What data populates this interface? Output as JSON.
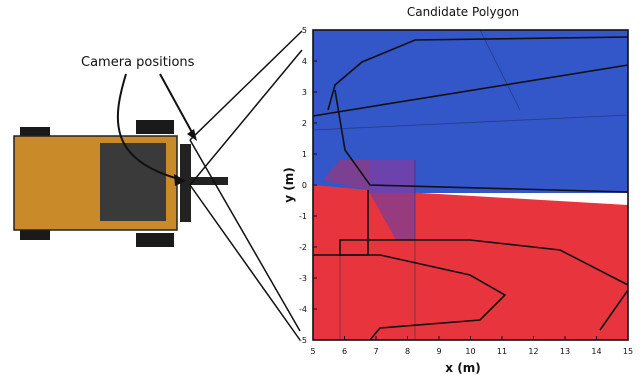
{
  "callout": {
    "text": "Camera positions"
  },
  "plot": {
    "title": "Candidate Polygon",
    "xlabel": "x (m)",
    "ylabel": "y (m)",
    "xlim": [
      5,
      15
    ],
    "ylim": [
      -5,
      5
    ],
    "x_tick_labels": [
      "5",
      "6",
      "7",
      "8",
      "9",
      "10",
      "11",
      "12",
      "13",
      "14",
      "15"
    ],
    "y_tick_labels": [
      "5",
      "4",
      "3",
      "2",
      "1",
      "0",
      "-1",
      "-2",
      "-3",
      "-4",
      "-5"
    ],
    "colors": {
      "blue_region": "#3356c8",
      "red_region": "#e8343c",
      "overlap": "#8a3c8a"
    }
  },
  "vehicle": {
    "colors": {
      "body": "#c98a2a",
      "cab": "#3a3a3a",
      "wheels": "#1a1a1a"
    }
  }
}
